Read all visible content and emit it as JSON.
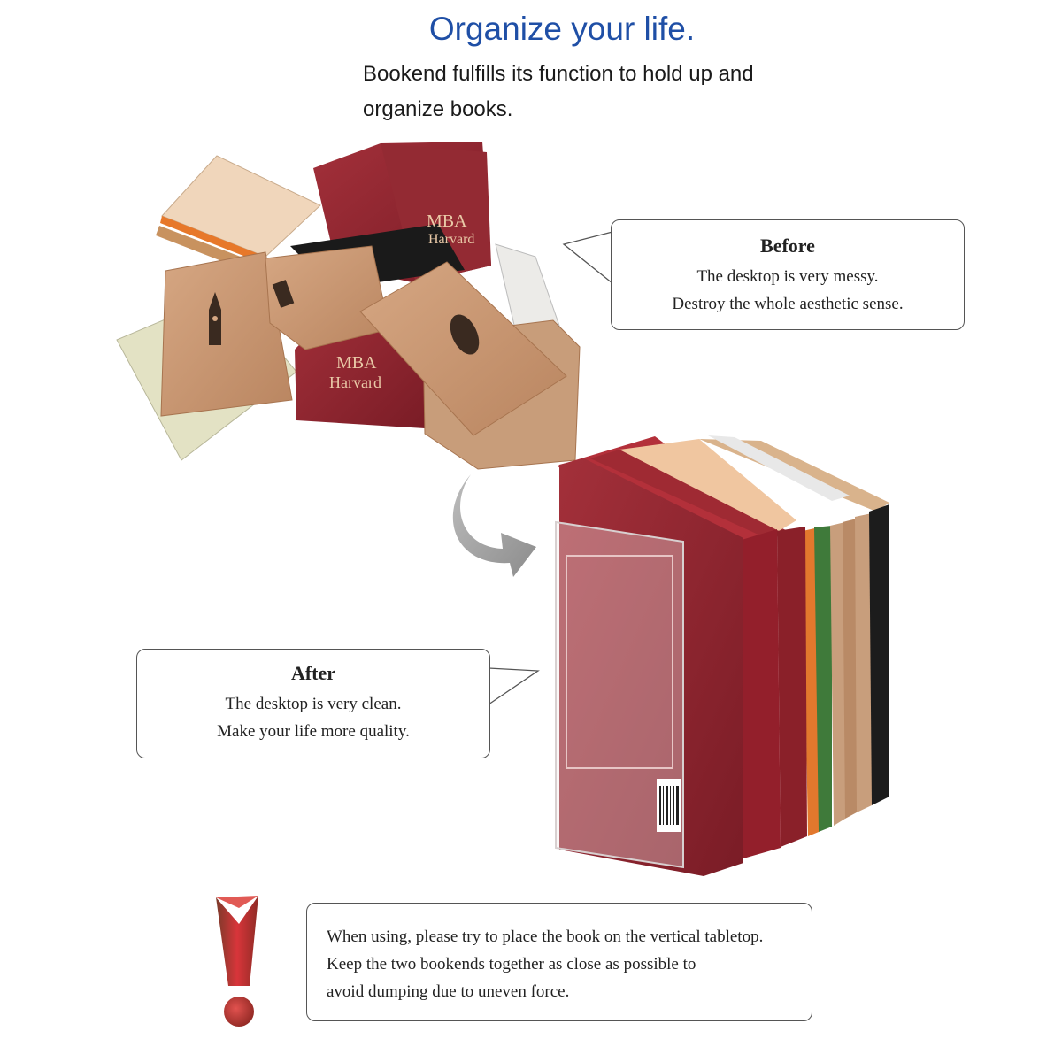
{
  "header": {
    "title": "Organize your life.",
    "subtitle_line1": "Bookend fulfills its function to hold up and",
    "subtitle_line2": "organize books."
  },
  "before": {
    "title": "Before",
    "line1": "The desktop is very messy.",
    "line2": "Destroy the whole aesthetic sense."
  },
  "after": {
    "title": "After",
    "line1": "The desktop is very clean.",
    "line2": "Make your life more quality."
  },
  "note": {
    "line1": "When using, please try to place the book on the vertical tabletop.",
    "line2": "Keep the two bookends together as close as possible to",
    "line3": "avoid dumping due to uneven force."
  },
  "images": {
    "messy_book_1": "MBA",
    "messy_book_2": "Harvard",
    "messy_book_3": "MBA",
    "messy_book_4": "Harvard"
  },
  "colors": {
    "title_blue": "#1f4fa6",
    "book_red": "#8e2530",
    "kraft": "#c7956b",
    "exclamation_red": "#c8262c"
  }
}
